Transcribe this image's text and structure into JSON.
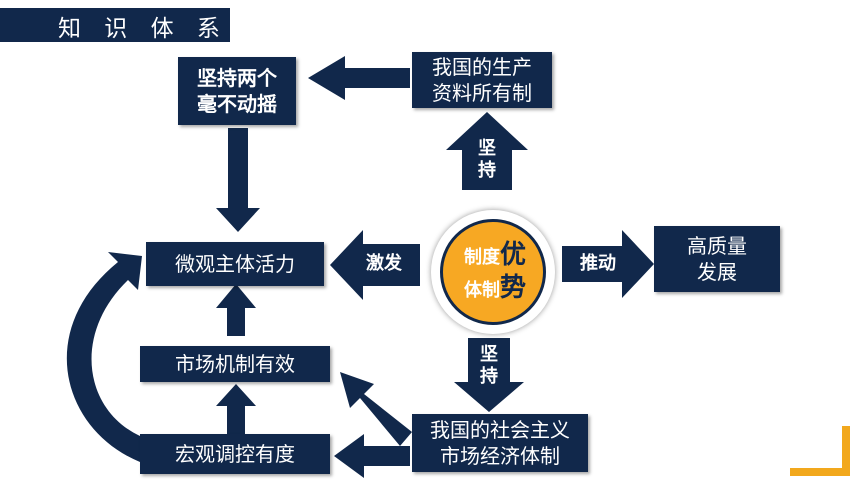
{
  "title": "知 识 体 系",
  "nodes": {
    "ownership": [
      "我国的生产",
      "资料所有制"
    ],
    "two_unwavering": [
      "坚持两个",
      "毫不动摇"
    ],
    "micro_vitality": "微观主体活力",
    "market_mechanism": "市场机制有效",
    "macro_control": "宏观调控有度",
    "socialist_market": [
      "我国的社会主义",
      "市场经济体制"
    ],
    "high_quality": [
      "高质量",
      "发展"
    ]
  },
  "center": {
    "line1_small": "制度",
    "line1_big": "优",
    "line2_small": "体制",
    "line2_big": "势"
  },
  "arrow_labels": {
    "up": [
      "坚",
      "持"
    ],
    "down": [
      "坚",
      "持"
    ],
    "left": "激发",
    "right": "推动"
  },
  "colors": {
    "navy": "#11284b",
    "orange": "#f7a823",
    "corner": "#f2a81d"
  }
}
